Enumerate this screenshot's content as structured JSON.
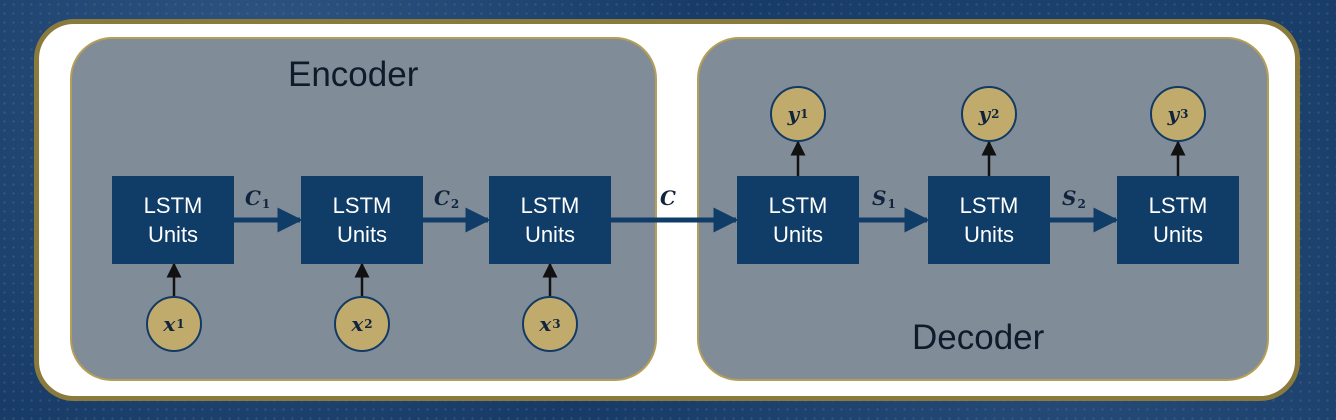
{
  "encoder": {
    "title": "Encoder",
    "units": [
      {
        "line1": "LSTM",
        "line2": "Units"
      },
      {
        "line1": "LSTM",
        "line2": "Units"
      },
      {
        "line1": "LSTM",
        "line2": "Units"
      }
    ],
    "inputs": [
      {
        "var": "x",
        "sub": "1"
      },
      {
        "var": "x",
        "sub": "2"
      },
      {
        "var": "x",
        "sub": "3"
      }
    ],
    "states": [
      {
        "var": "C",
        "sub": "1"
      },
      {
        "var": "C",
        "sub": "2"
      }
    ]
  },
  "context": {
    "var": "C"
  },
  "decoder": {
    "title": "Decoder",
    "units": [
      {
        "line1": "LSTM",
        "line2": "Units"
      },
      {
        "line1": "LSTM",
        "line2": "Units"
      },
      {
        "line1": "LSTM",
        "line2": "Units"
      }
    ],
    "outputs": [
      {
        "var": "y",
        "sub": "1"
      },
      {
        "var": "y",
        "sub": "2"
      },
      {
        "var": "y",
        "sub": "3"
      }
    ],
    "states": [
      {
        "var": "S",
        "sub": "1"
      },
      {
        "var": "S",
        "sub": "2"
      }
    ]
  },
  "colors": {
    "background": "#173b66",
    "frame_border": "#8a7a3c",
    "panel_fill": "#818c99",
    "panel_border": "#b59f56",
    "lstm_fill": "#0f3d68",
    "node_fill": "#c1ab6c",
    "arrow": "#0f3d68"
  }
}
